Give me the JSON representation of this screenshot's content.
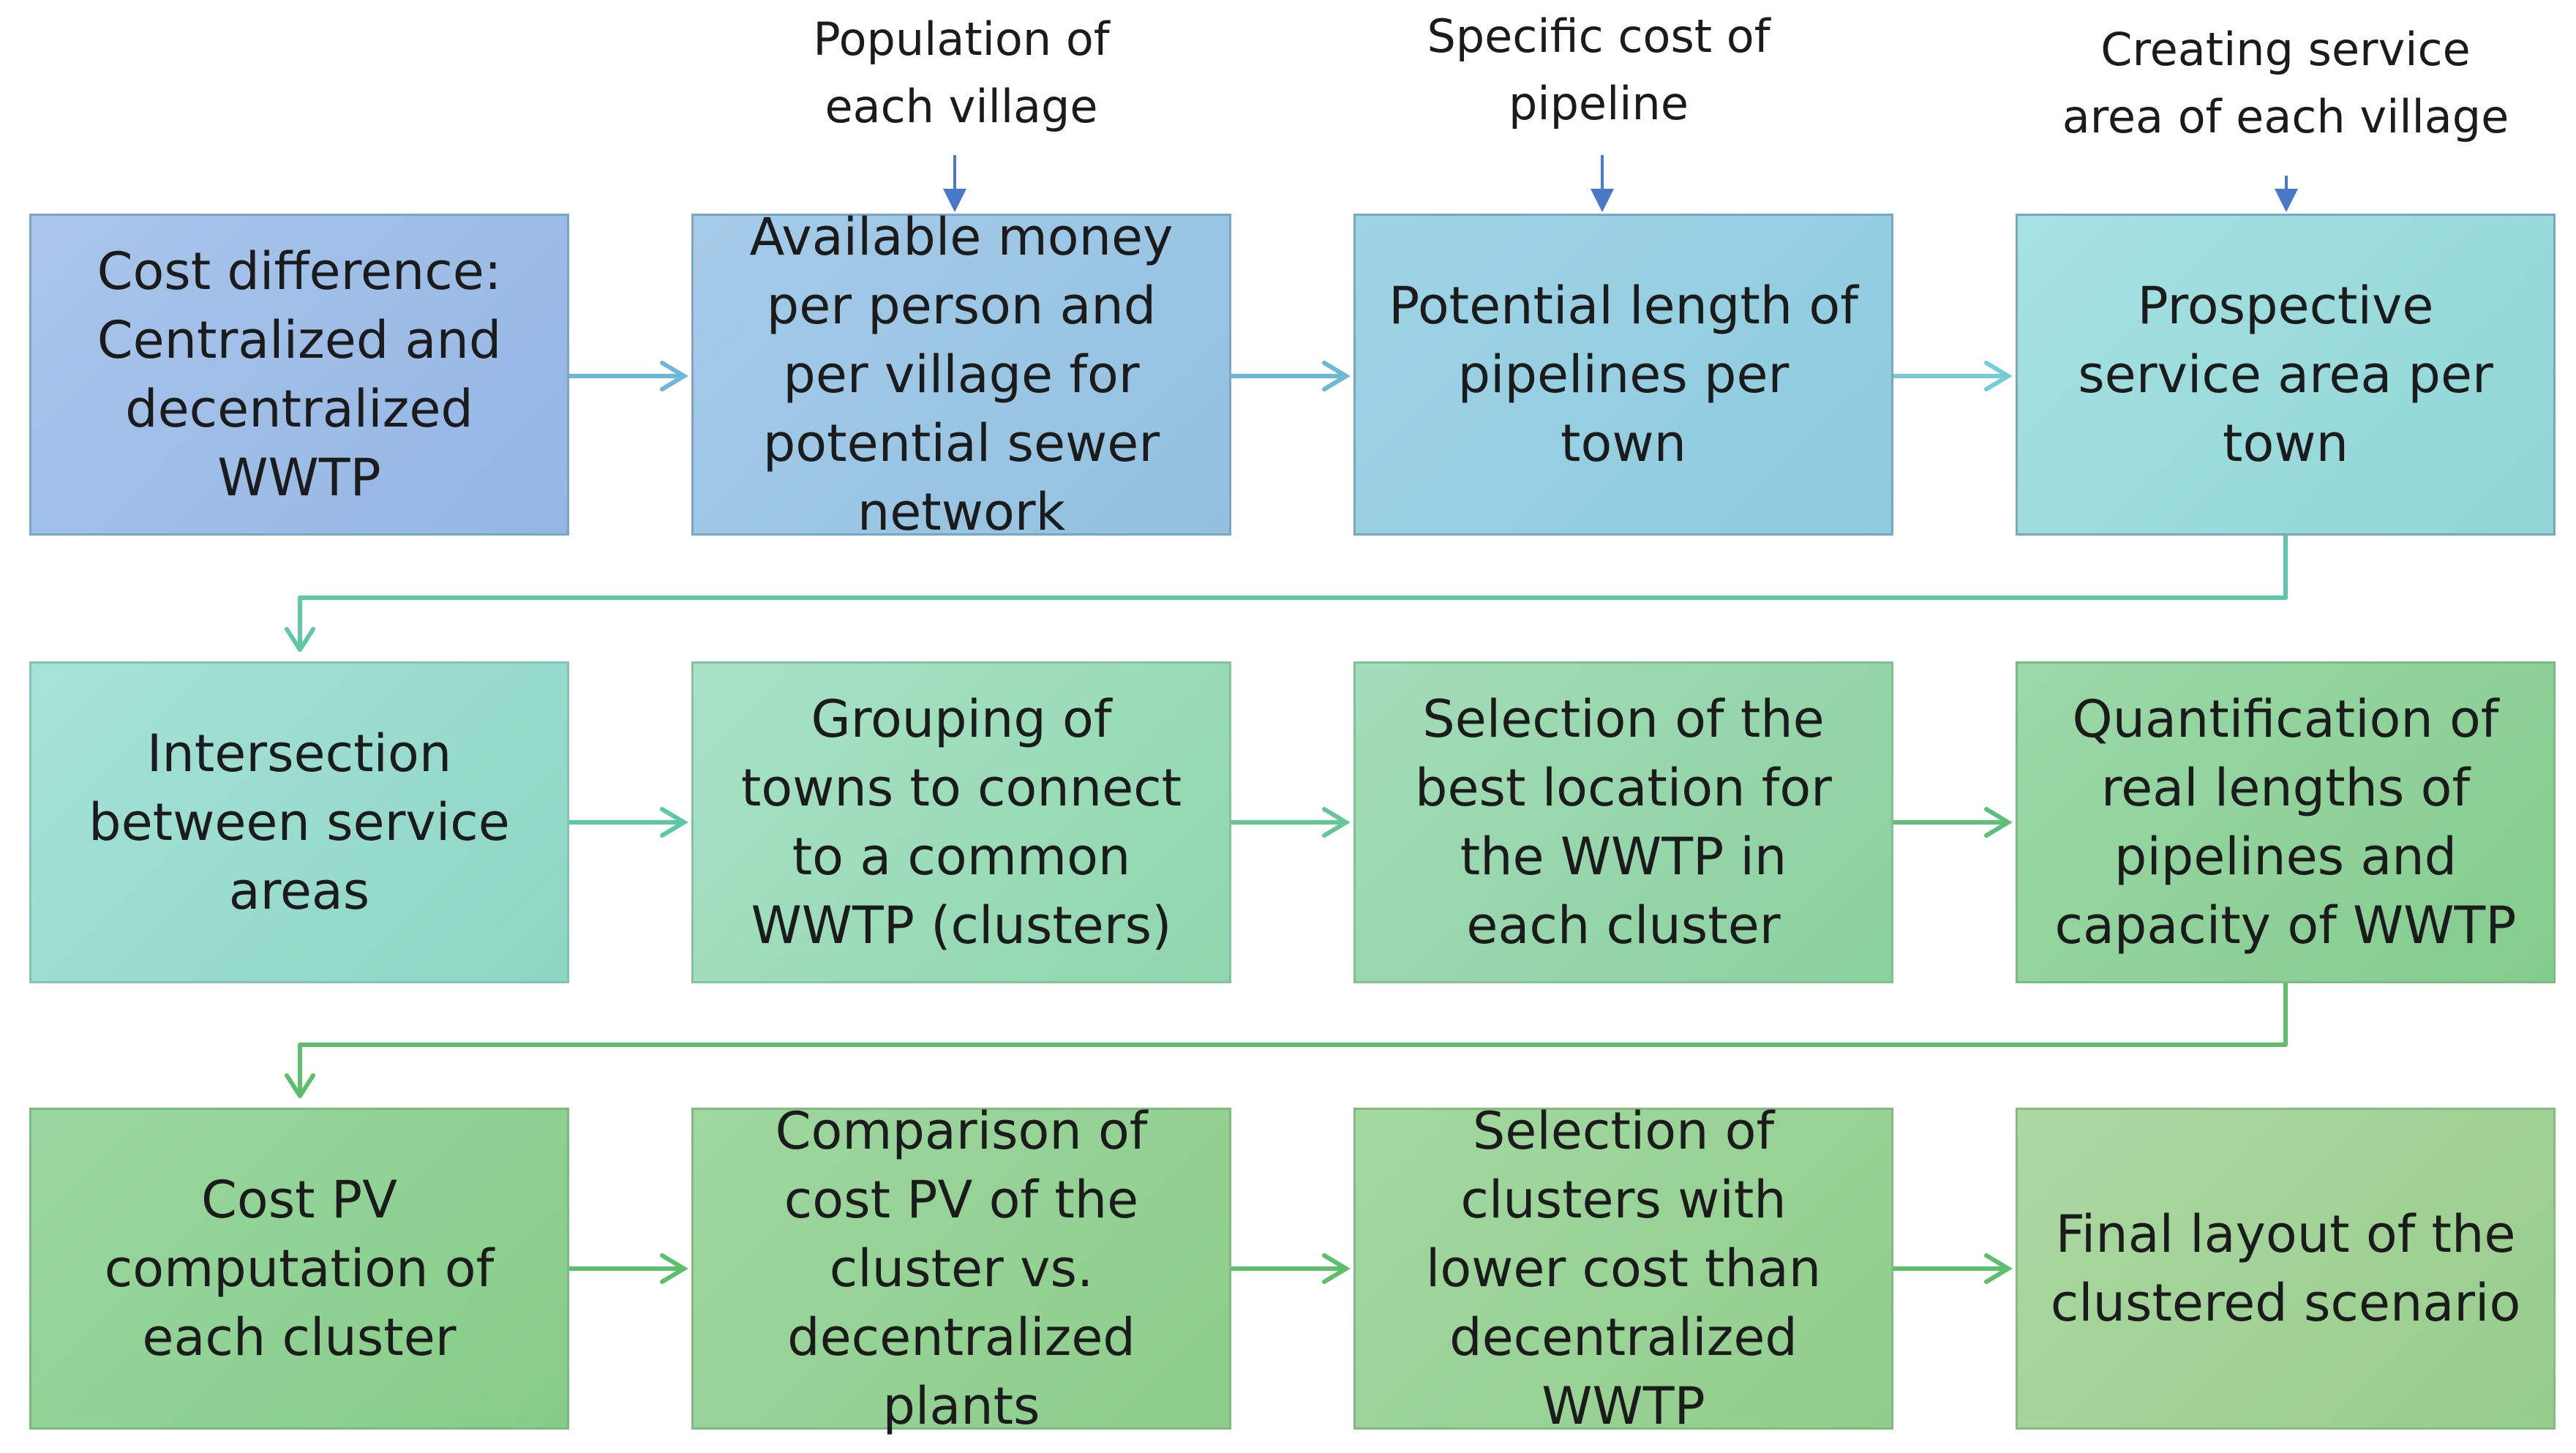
{
  "inputs": [
    {
      "id": "population",
      "text": "Population of\neach village"
    },
    {
      "id": "pipeline-cost",
      "text": "Specific cost of\npipeline"
    },
    {
      "id": "service-area",
      "text": "Creating service\narea of each village"
    }
  ],
  "steps": [
    {
      "id": 1,
      "text": "Cost difference:\nCentralized and\ndecentralized\nWWTP"
    },
    {
      "id": 2,
      "text": "Available money\nper person and\nper village for\npotential sewer\nnetwork"
    },
    {
      "id": 3,
      "text": "Potential length of\npipelines per\ntown"
    },
    {
      "id": 4,
      "text": "Prospective\nservice area per\ntown"
    },
    {
      "id": 5,
      "text": "Intersection\nbetween service\nareas"
    },
    {
      "id": 6,
      "text": "Grouping of\ntowns to connect\nto a common\nWWTP (clusters)"
    },
    {
      "id": 7,
      "text": "Selection of the\nbest location for\nthe WWTP in\neach cluster"
    },
    {
      "id": 8,
      "text": "Quantification of\nreal lengths of\npipelines and\ncapacity of WWTP"
    },
    {
      "id": 9,
      "text": "Cost PV\ncomputation of\neach cluster"
    },
    {
      "id": 10,
      "text": "Comparison of\ncost PV of the\ncluster vs.\ndecentralized\nplants"
    },
    {
      "id": 11,
      "text": "Selection of\nclusters with\nlower cost than\ndecentralized\nWWTP"
    },
    {
      "id": 12,
      "text": "Final layout of the\nclustered scenario"
    }
  ],
  "colors": {
    "row1_arrow": "#6cb8d8",
    "row2_arrow": "#5cc8a6",
    "row3_arrow": "#5cc06a",
    "input_arrow": "#4a78c8"
  }
}
